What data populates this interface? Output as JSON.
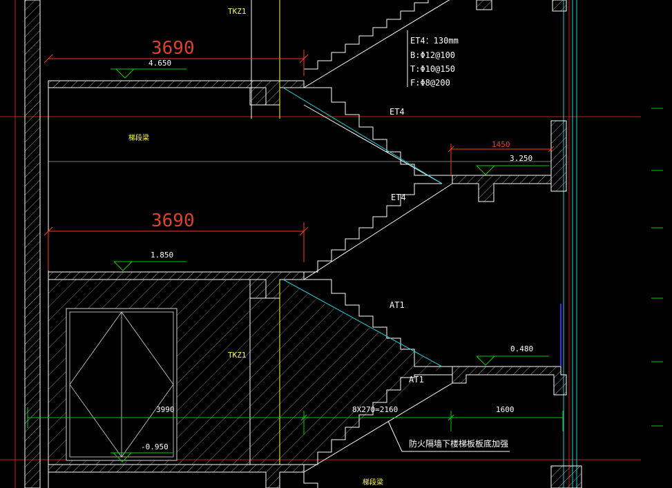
{
  "colors": {
    "background": "#000000",
    "structure": "#ffffff",
    "hatch": "#c8c8c8",
    "dimension_red": "#ff3b1a",
    "dimension_text_red": "#e0402a",
    "axis_red": "#d11a1a",
    "axis_green": "#00d000",
    "column_yellow": "#ffff3a",
    "stair_cyan": "#19d6e0",
    "axis_blue": "#3030ff",
    "window_grey": "#b4b4b4"
  },
  "labels": {
    "tkz1_top": "TKZ1",
    "tkz1_bottom": "TKZ1",
    "et4_upper": "ET4",
    "et4_lower": "ET4",
    "at1_upper": "AT1",
    "at1_lower": "AT1",
    "beam_upper": "梯段梁",
    "beam_lower": "梯段梁",
    "note_reinforce": "防火隔墙下楼梯板板底加强"
  },
  "spec_note": {
    "line1": "ET4：130mm",
    "line2": "B:Φ12@100",
    "line3": "T:Φ10@150",
    "line4": "F:Φ8@200"
  },
  "dimensions": {
    "upper_span": "3690",
    "lower_span": "3690",
    "landing_1450": "1450",
    "steps": "8X270=2160",
    "landing_1600": "1600",
    "wall_3990": "3990"
  },
  "elevations": {
    "e4650": "4.650",
    "e3250": "3.250",
    "e1850": "1.850",
    "e0480": "0.480",
    "em0950": "-0.950"
  }
}
